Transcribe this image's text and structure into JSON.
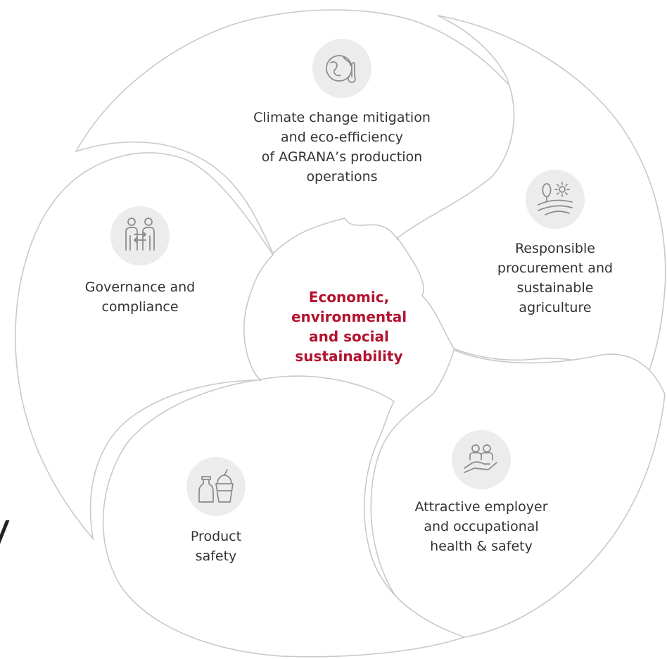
{
  "colors": {
    "accent": "#b4122f",
    "petal_stroke": "#c9c9c9",
    "icon_bg": "#ececec",
    "icon_stroke": "#8a8a8a",
    "text": "#333333"
  },
  "center": {
    "lines": [
      "Economic,",
      "environmental",
      "and social",
      "sustainability"
    ]
  },
  "segments": [
    {
      "id": "climate",
      "icon": "globe-thermometer-icon",
      "lines": [
        "Climate change mitigation",
        "and eco-efficiency",
        "of AGRANA’s production",
        "operations"
      ]
    },
    {
      "id": "procurement",
      "icon": "field-tree-sun-icon",
      "lines": [
        "Responsible",
        "procurement and",
        "sustainable",
        "agriculture"
      ]
    },
    {
      "id": "employer",
      "icon": "people-in-hand-icon",
      "lines": [
        "Attractive employer",
        "and occupational",
        "health & safety"
      ]
    },
    {
      "id": "product",
      "icon": "bottle-and-cup-icon",
      "lines": [
        "Product",
        "safety"
      ]
    },
    {
      "id": "governance",
      "icon": "people-exchange-icon",
      "lines": [
        "Governance and",
        "compliance"
      ]
    }
  ],
  "edge_fragment": "y"
}
